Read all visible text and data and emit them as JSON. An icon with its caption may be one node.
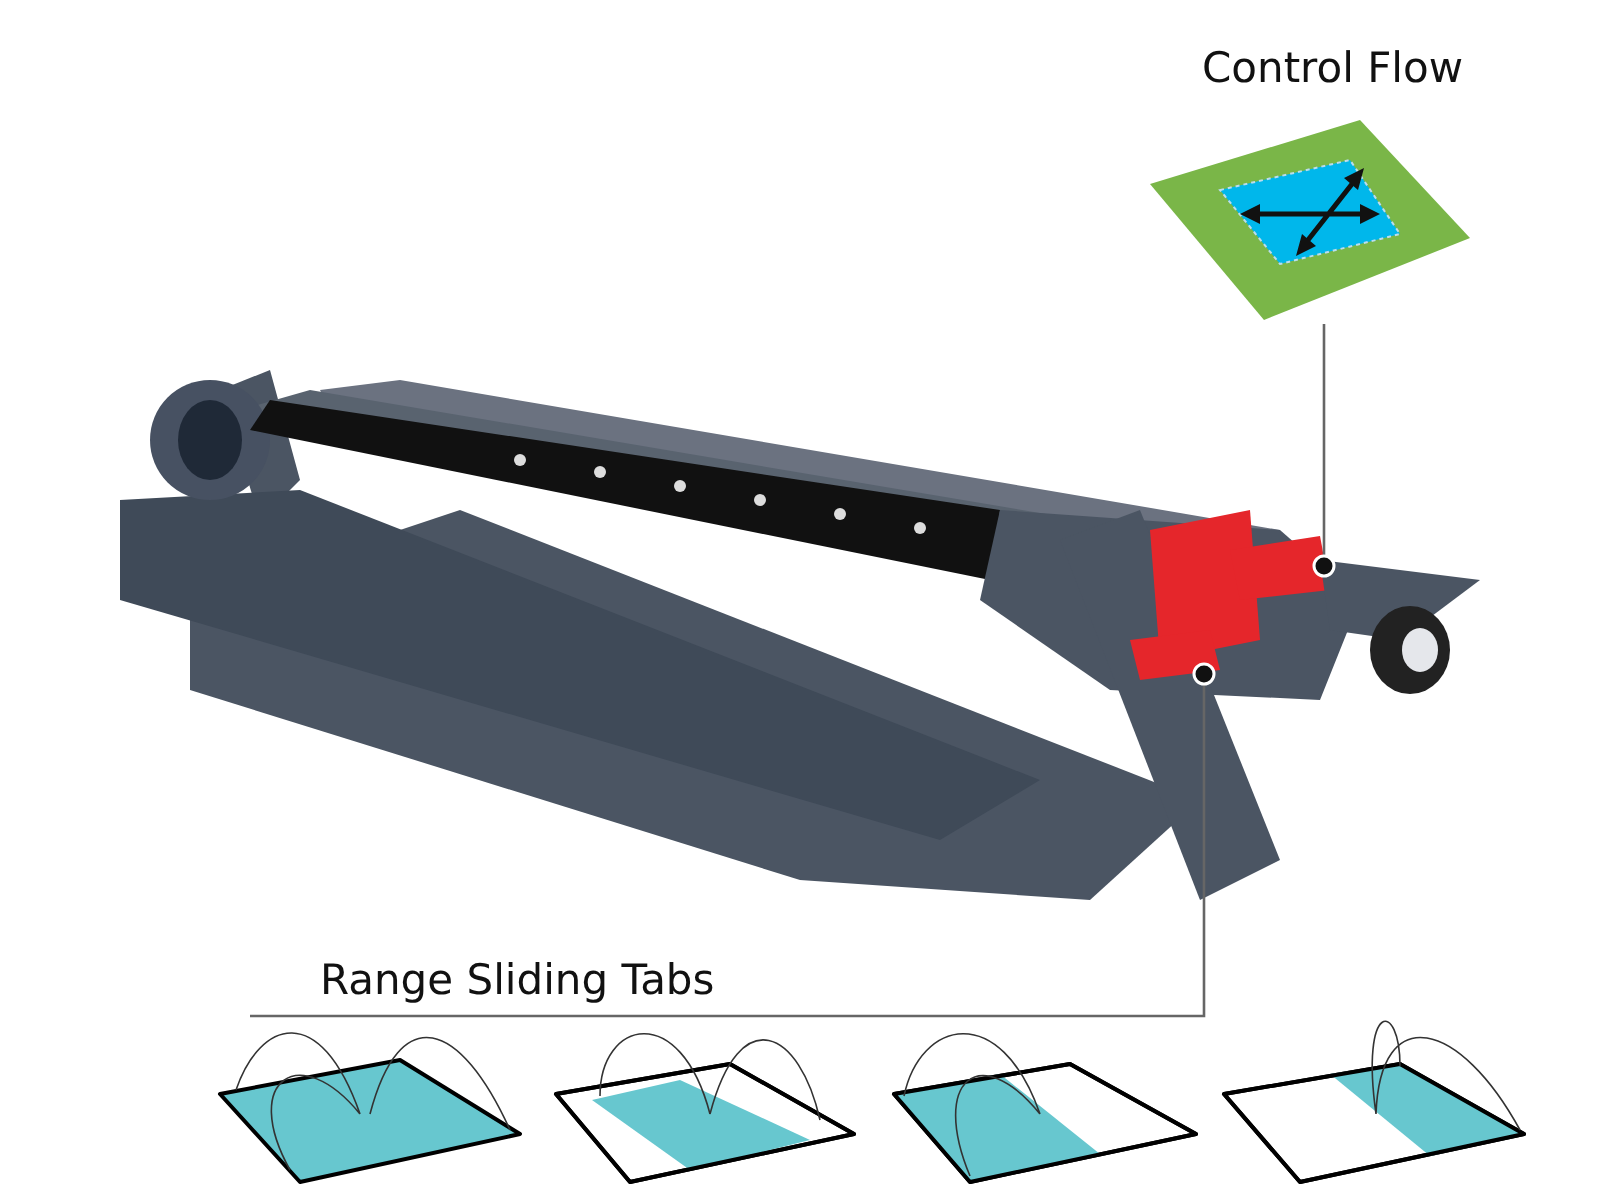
{
  "diagram": {
    "nodes": [
      {
        "text": [
          "Control Flow"
        ]
      },
      {
        "text": [
          "Range Sliding Tabs"
        ]
      }
    ],
    "edges": [
      {
        "from": 0,
        "to": null,
        "arrow": "other"
      },
      {
        "from": 1,
        "to": null,
        "arrow": "other"
      }
    ]
  }
}
